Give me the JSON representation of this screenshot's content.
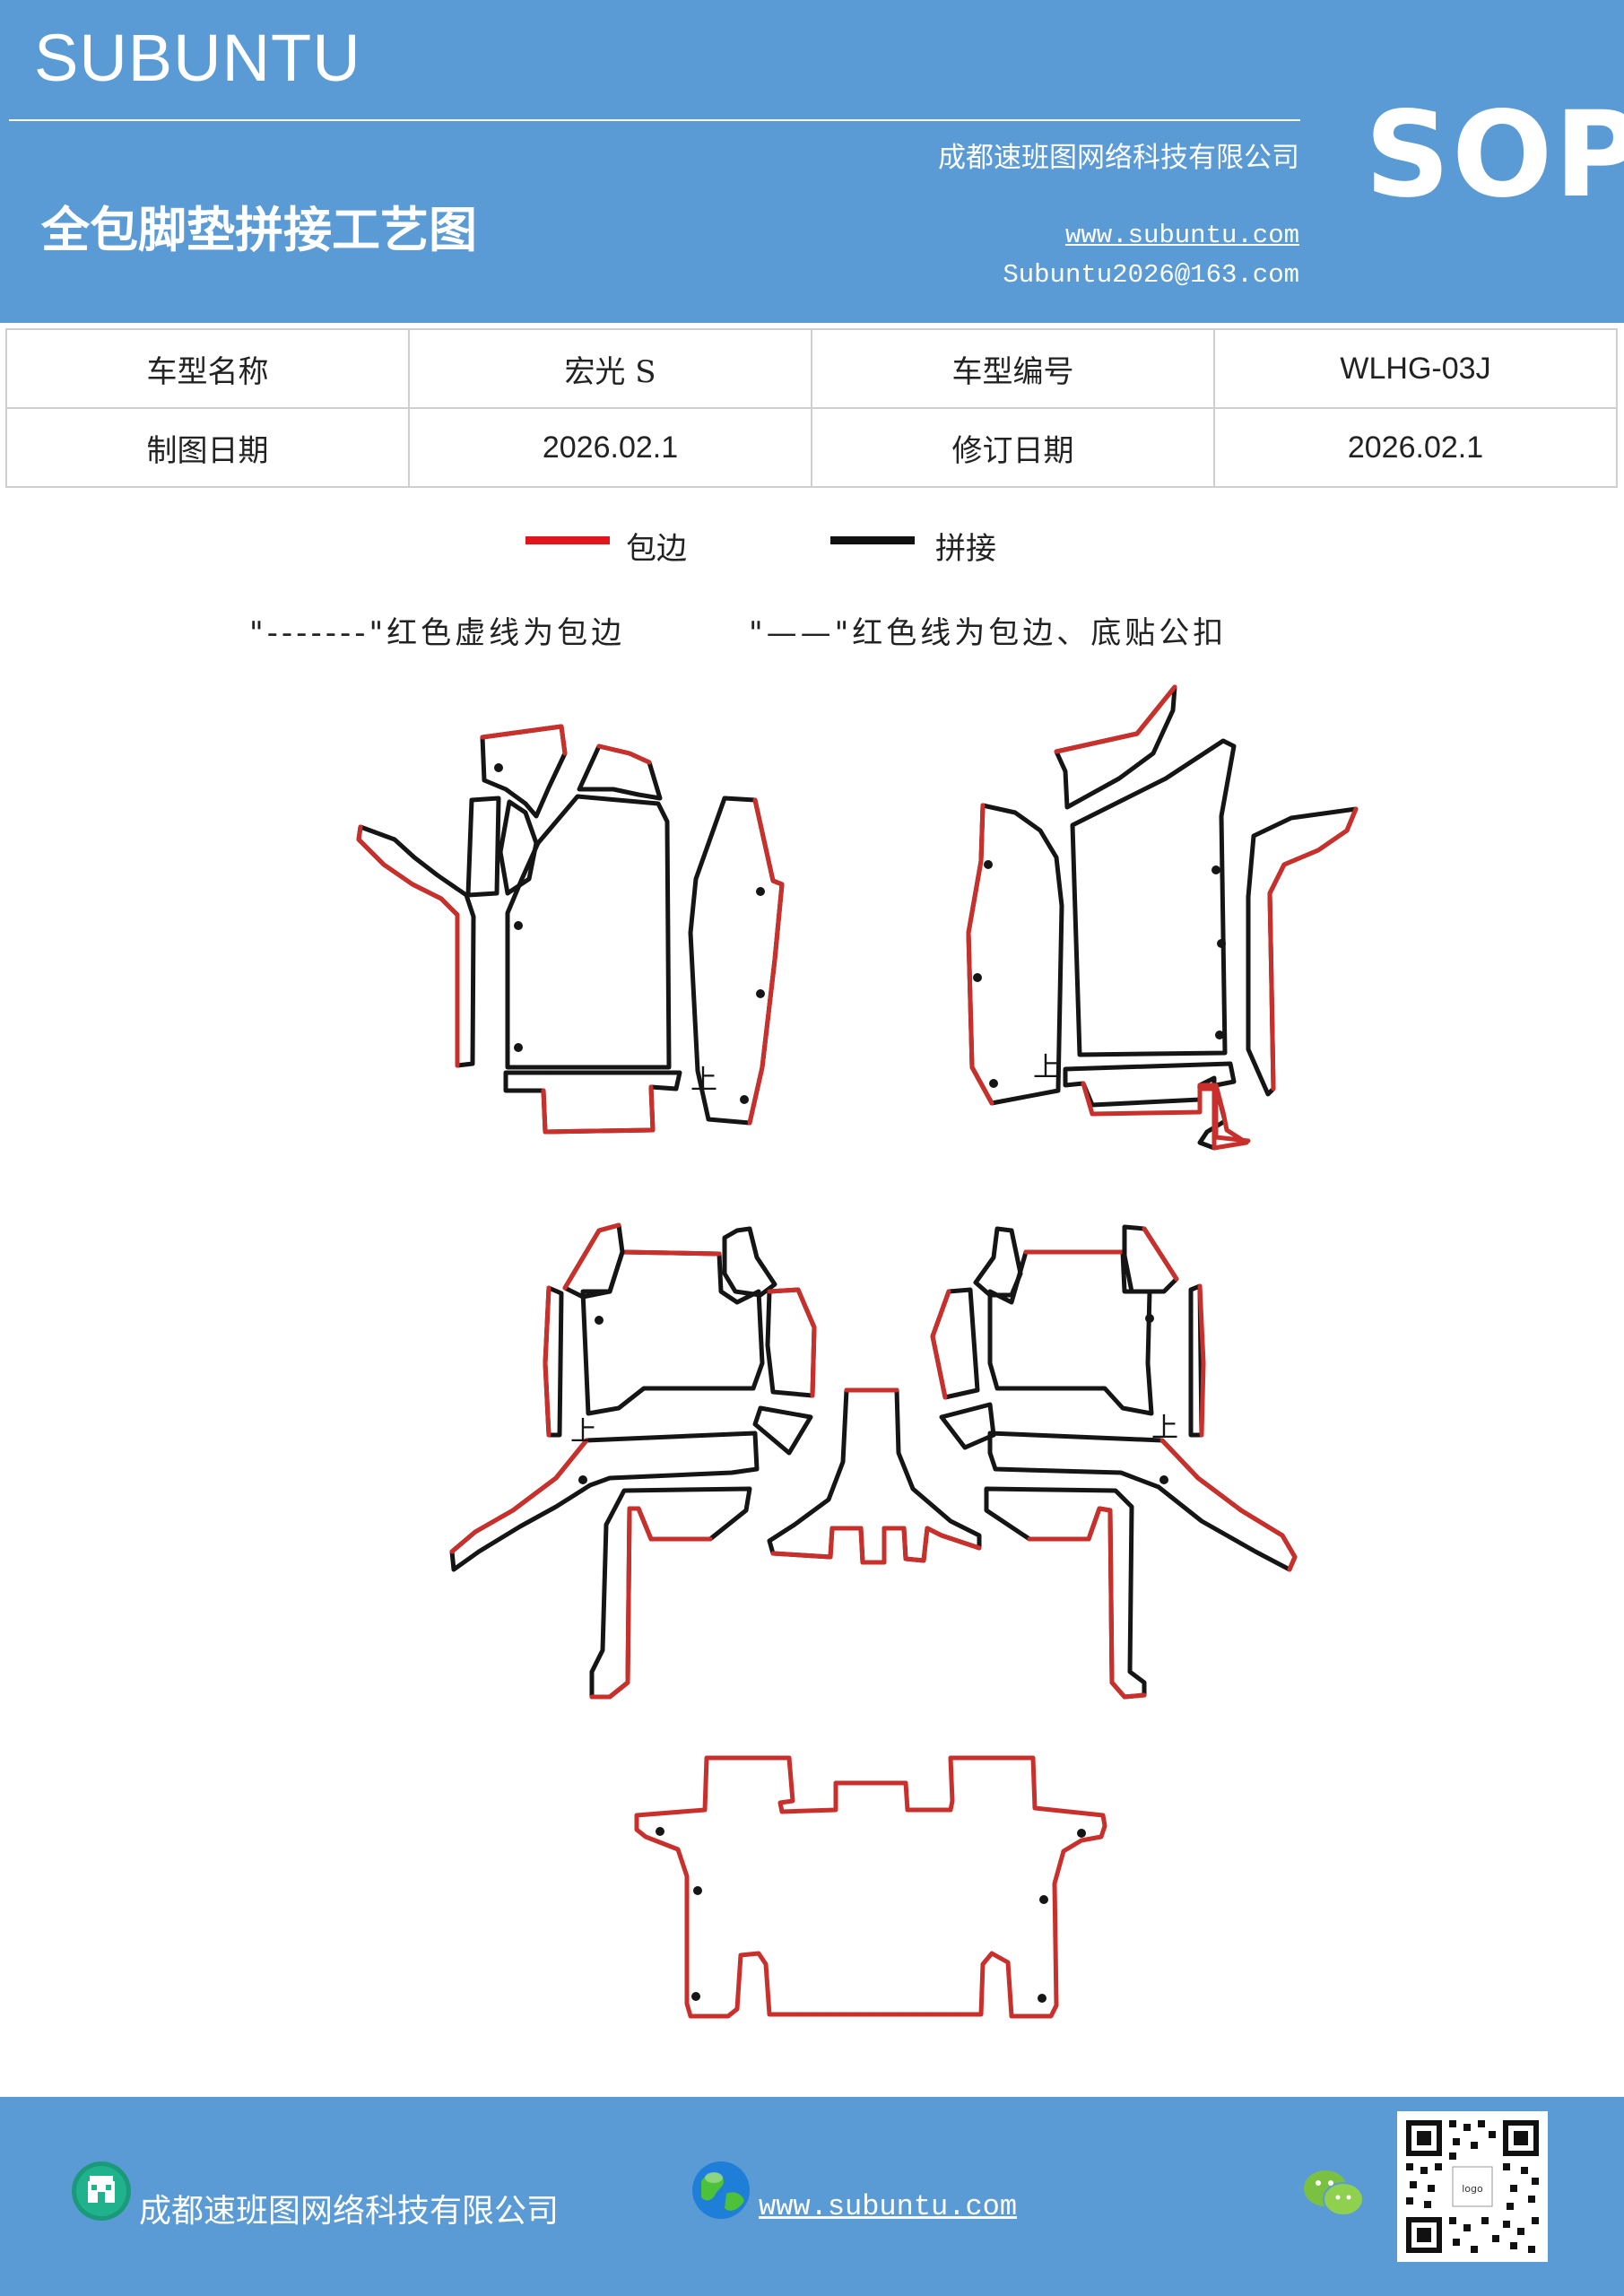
{
  "header": {
    "brand": "SUBUNTU",
    "title": "全包脚垫拼接工艺图",
    "company": "成都速班图网络科技有限公司",
    "website": "www.subuntu.com",
    "email": "Subuntu2026@163.com",
    "badge": "SOP",
    "background_color": "#5b9bd5"
  },
  "info_table": {
    "rows": [
      [
        "车型名称",
        "宏光 S",
        "车型编号",
        "WLHG-03J"
      ],
      [
        "制图日期",
        "2026.02.1",
        "修订日期",
        "2026.02.1"
      ]
    ]
  },
  "legend": {
    "red_label": "包边",
    "black_label": "拼接",
    "red_color": "#e0161c",
    "black_color": "#111111",
    "note_dashed": "\"-------\"红色虚线为包边",
    "note_solid": "\"——\"红色线为包边、底贴公扣"
  },
  "diagram": {
    "marker_up": "上",
    "outline_red": "#c9302c",
    "outline_black": "#151515"
  },
  "footer": {
    "company": "成都速班图网络科技有限公司",
    "website": "www.subuntu.com",
    "icons": [
      "building-icon",
      "globe-icon",
      "wechat-icon",
      "qr-code-icon"
    ]
  }
}
